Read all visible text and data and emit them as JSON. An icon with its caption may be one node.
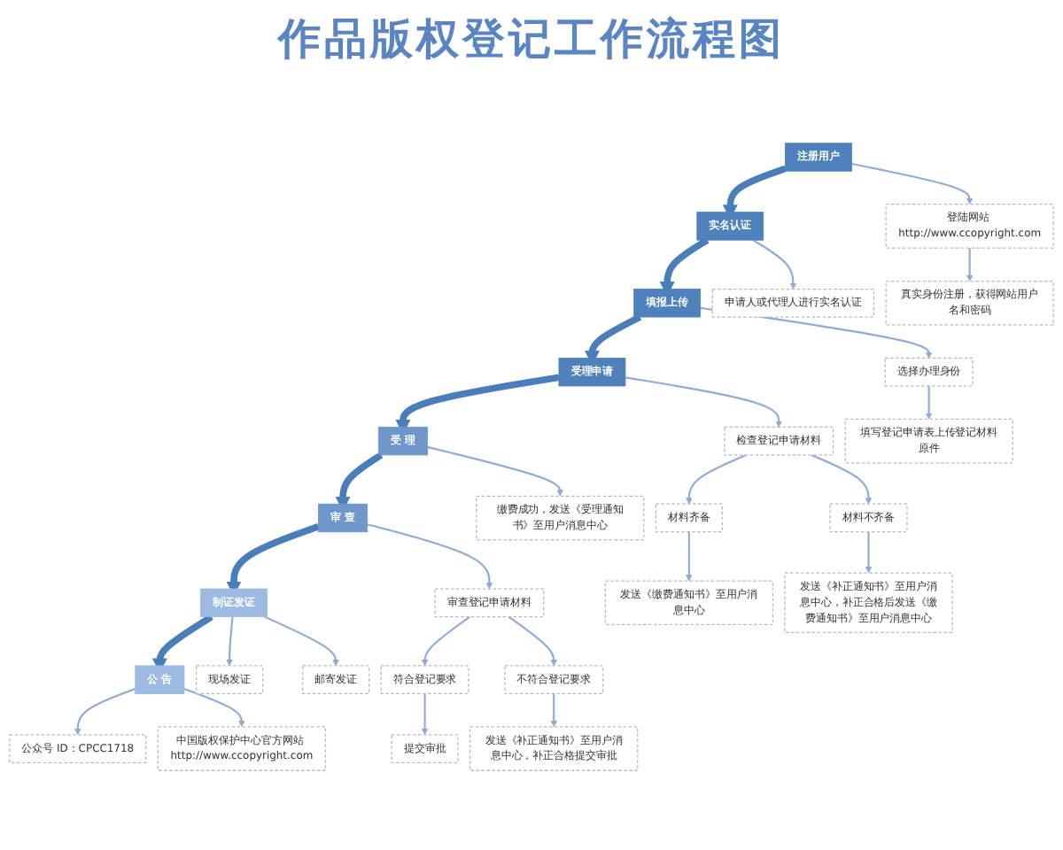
{
  "diagram": {
    "title": "作品版权登记工作流程图",
    "nodes": [
      {
        "text": [
          "注册用户"
        ]
      },
      {
        "text": [
          "登陆网站 http://www.ccopyright.com"
        ]
      },
      {
        "text": [
          "真实身份注册，获得网站用户名和密码"
        ]
      },
      {
        "text": [
          "实名认证"
        ]
      },
      {
        "text": [
          "申请人或代理人进行实名认证"
        ]
      },
      {
        "text": [
          "填报上传"
        ]
      },
      {
        "text": [
          "选择办理身份"
        ]
      },
      {
        "text": [
          "填写登记申请表上传登记材料原件"
        ]
      },
      {
        "text": [
          "受理申请"
        ]
      },
      {
        "text": [
          "检查登记申请材料"
        ]
      },
      {
        "text": [
          "材料齐备"
        ]
      },
      {
        "text": [
          "发送《缴费通知书》至用户消息中心"
        ]
      },
      {
        "text": [
          "材料不齐备"
        ]
      },
      {
        "text": [
          "发送《补正通知书》至用户消息中心，补正合格后发送《缴费通知书》至用户消息中心"
        ]
      },
      {
        "text": [
          "受 理"
        ]
      },
      {
        "text": [
          "缴费成功，发送《受理通知书》至用户消息中心"
        ]
      },
      {
        "text": [
          "审 查"
        ]
      },
      {
        "text": [
          "审查登记申请材料"
        ]
      },
      {
        "text": [
          "符合登记要求"
        ]
      },
      {
        "text": [
          "提交审批"
        ]
      },
      {
        "text": [
          "不符合登记要求"
        ]
      },
      {
        "text": [
          "发送《补正通知书》至用户消息中心，补正合格提交审批"
        ]
      },
      {
        "text": [
          "制证发证"
        ]
      },
      {
        "text": [
          "现场发证"
        ]
      },
      {
        "text": [
          "邮寄发证"
        ]
      },
      {
        "text": [
          "公 告"
        ]
      },
      {
        "text": [
          "公众号 ID：CPCC1718"
        ]
      },
      {
        "text": [
          "中国版权保护中心官方网站 http://www.ccopyright.com"
        ]
      }
    ],
    "edges": [
      {
        "from": 0,
        "to": 3,
        "arrow": "to",
        "style": "thick",
        "color": "#4a7ebb"
      },
      {
        "from": 0,
        "to": 1,
        "arrow": "to"
      },
      {
        "from": 1,
        "to": 2,
        "arrow": "to"
      },
      {
        "from": 3,
        "to": 5,
        "arrow": "to",
        "style": "thick",
        "color": "#4a7ebb"
      },
      {
        "from": 3,
        "to": 4,
        "arrow": "to"
      },
      {
        "from": 5,
        "to": 8,
        "arrow": "to",
        "style": "thick",
        "color": "#4a7ebb"
      },
      {
        "from": 5,
        "to": 6,
        "arrow": "to"
      },
      {
        "from": 6,
        "to": 7,
        "arrow": "to"
      },
      {
        "from": 8,
        "to": 14,
        "arrow": "to",
        "style": "thick",
        "color": "#4a7ebb"
      },
      {
        "from": 8,
        "to": 9,
        "arrow": "to"
      },
      {
        "from": 9,
        "to": 10,
        "arrow": "to"
      },
      {
        "from": 9,
        "to": 12,
        "arrow": "to"
      },
      {
        "from": 10,
        "to": 11,
        "arrow": "to"
      },
      {
        "from": 12,
        "to": 13,
        "arrow": "to"
      },
      {
        "from": 14,
        "to": 16,
        "arrow": "to",
        "style": "thick",
        "color": "#4a7ebb"
      },
      {
        "from": 14,
        "to": 15,
        "arrow": "to"
      },
      {
        "from": 16,
        "to": 22,
        "arrow": "to",
        "style": "thick",
        "color": "#4a7ebb"
      },
      {
        "from": 16,
        "to": 17,
        "arrow": "to"
      },
      {
        "from": 17,
        "to": 18,
        "arrow": "to"
      },
      {
        "from": 17,
        "to": 20,
        "arrow": "to"
      },
      {
        "from": 18,
        "to": 19,
        "arrow": "to"
      },
      {
        "from": 20,
        "to": 21,
        "arrow": "to"
      },
      {
        "from": 22,
        "to": 25,
        "arrow": "to",
        "style": "thick",
        "color": "#4a7ebb"
      },
      {
        "from": 22,
        "to": 23,
        "arrow": "to"
      },
      {
        "from": 22,
        "to": 24,
        "arrow": "to"
      },
      {
        "from": 25,
        "to": 26,
        "arrow": "to"
      },
      {
        "from": 25,
        "to": 27,
        "arrow": "to"
      }
    ]
  }
}
